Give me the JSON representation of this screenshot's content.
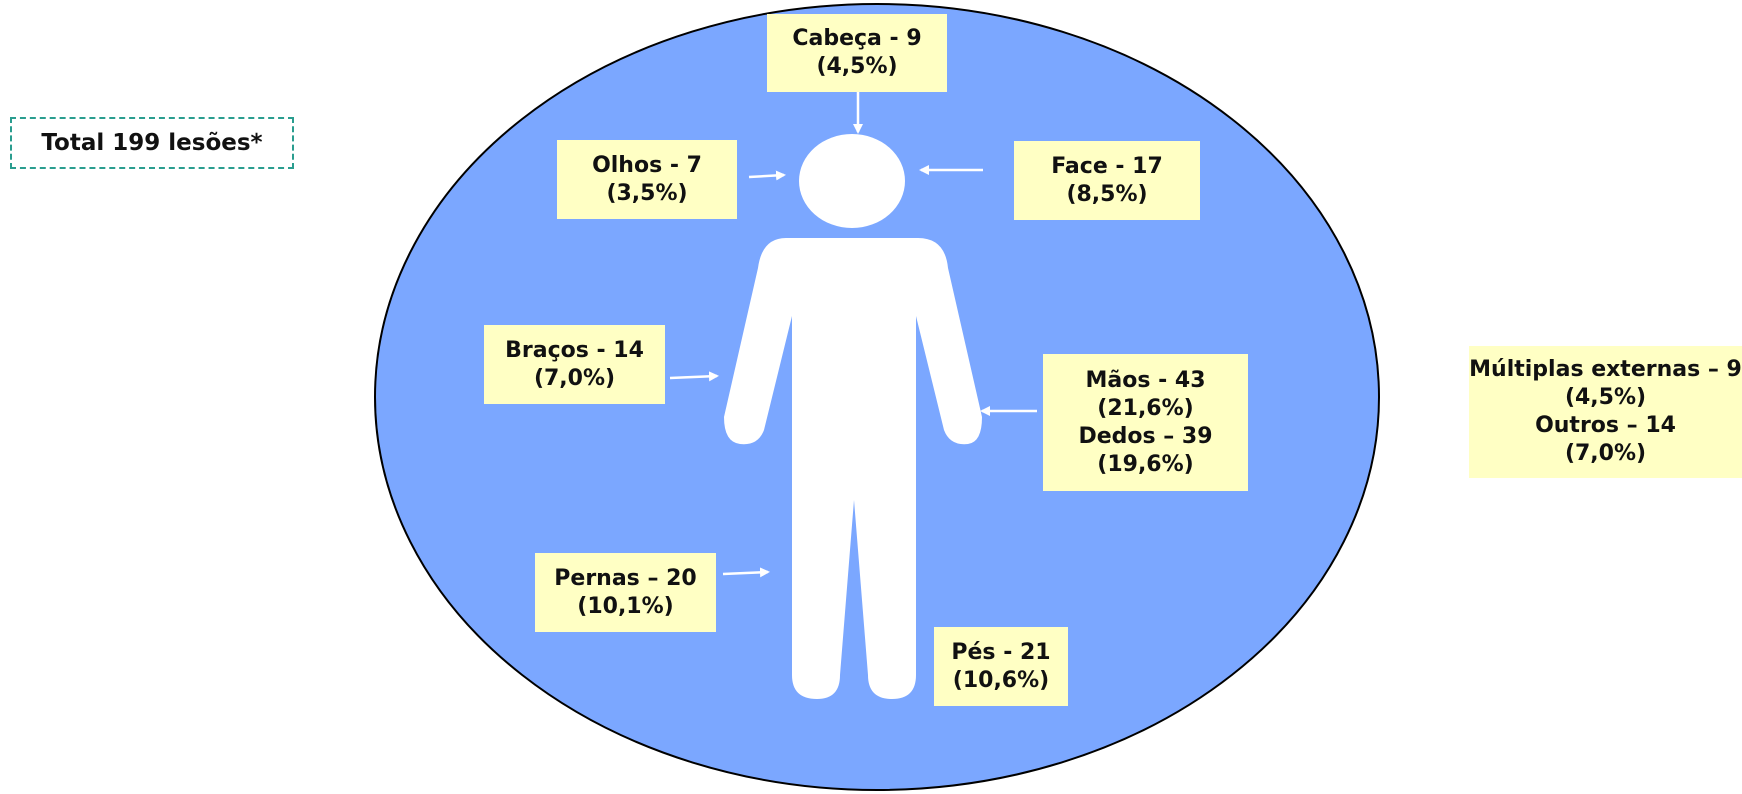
{
  "total": {
    "text": "Total 199 lesões*"
  },
  "colors": {
    "ellipse_fill": "#7ba7ff",
    "figure": "#ffffff",
    "label_bg": "#ffffc4",
    "total_border": "#2a9d8f"
  },
  "labels": {
    "cabeca": {
      "line1": "Cabeça - 9",
      "line2": "(4,5%)"
    },
    "olhos": {
      "line1": "Olhos - 7",
      "line2": "(3,5%)"
    },
    "face": {
      "line1": "Face - 17",
      "line2": "(8,5%)"
    },
    "bracos": {
      "line1": "Braços - 14",
      "line2": "(7,0%)"
    },
    "maos": {
      "line1": "Mãos - 43",
      "line2": "(21,6%)",
      "line3": "Dedos – 39",
      "line4": "(19,6%)"
    },
    "pernas": {
      "line1": "Pernas – 20",
      "line2": "(10,1%)"
    },
    "pes": {
      "line1": "Pés - 21",
      "line2": "(10,6%)"
    },
    "outros": {
      "line1": "Múltiplas externas – 9",
      "line2": "(4,5%)",
      "line3": "Outros – 14",
      "line4": "(7,0%)"
    }
  }
}
